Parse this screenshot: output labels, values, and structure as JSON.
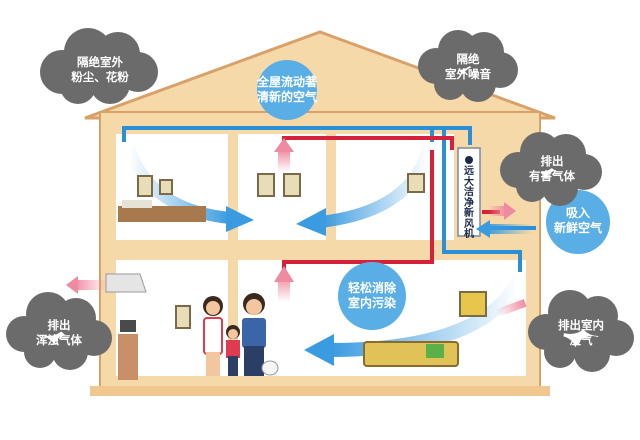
{
  "clouds": {
    "dust": [
      "隔绝室外",
      "粉尘、花粉"
    ],
    "noise": [
      "隔绝",
      "室外噪音"
    ],
    "harmful": [
      "排出",
      "有害气体"
    ],
    "dirty": [
      "排出",
      "浑浊气体"
    ],
    "humid": [
      "排出室内",
      "湿气"
    ]
  },
  "bubbles": {
    "whole_house": [
      "全屋流动著",
      "清新的空气"
    ],
    "fresh_air": [
      "吸入",
      "新鲜空气"
    ],
    "clean_indoor": [
      "轻松消除",
      "室内污染"
    ]
  },
  "device": {
    "label": "远大洁净新风机"
  },
  "colors": {
    "house_wall": "#f6d9a8",
    "house_trim": "#d9a16a",
    "room_bg": "#ffffff",
    "supply_duct": "#2b8fd6",
    "exhaust_duct": "#d5213a",
    "cloud": "#6b6b6b",
    "bubble": "#5aaee6",
    "arrow_blue": "#3a9be0",
    "arrow_pink": "#f08aa0"
  }
}
